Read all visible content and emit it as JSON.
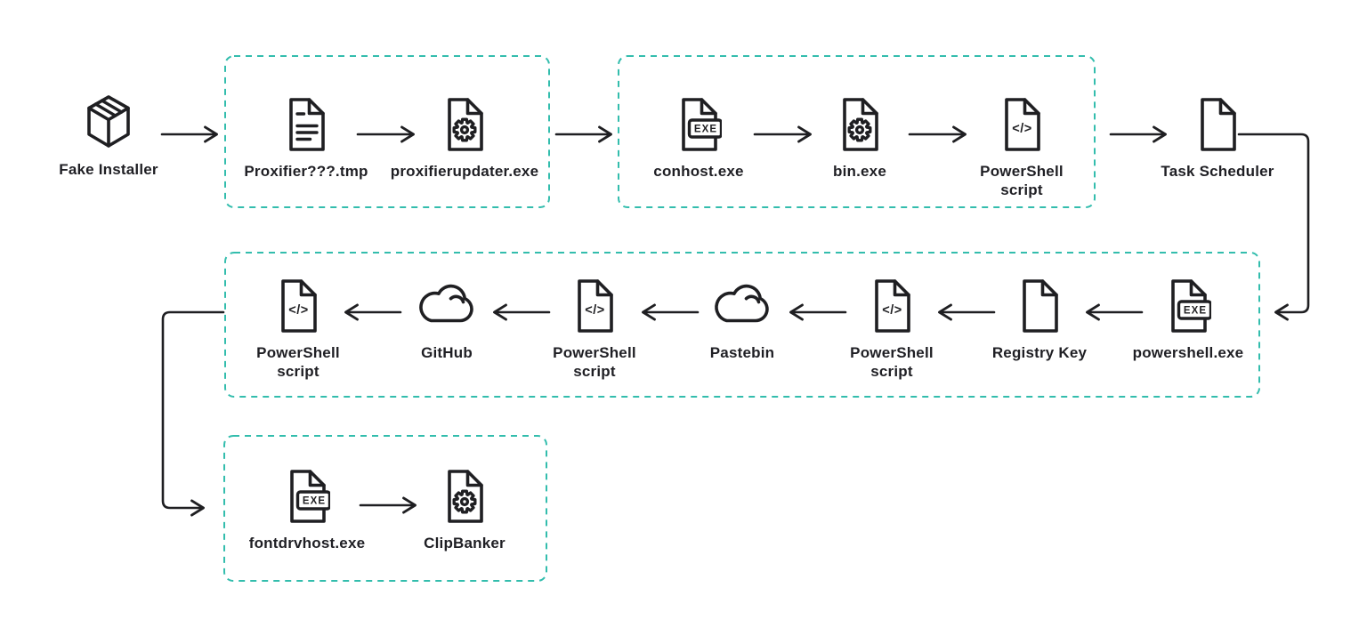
{
  "colors": {
    "background": "#ffffff",
    "icon_stroke": "#1f1f22",
    "label_text": "#1f1f24",
    "group_border": "#33bdad"
  },
  "glyphs": {
    "exe_badge": "EXE",
    "code": "</>"
  },
  "nodes": {
    "fake_installer": {
      "label": "Fake Installer",
      "icon": "package-icon"
    },
    "proxifier_tmp": {
      "label": "Proxifier???.tmp",
      "icon": "document-icon"
    },
    "proxifierupdater": {
      "label": "proxifierupdater.exe",
      "icon": "gear-file-icon"
    },
    "conhost": {
      "label": "conhost.exe",
      "icon": "exe-file-icon"
    },
    "bin_exe": {
      "label": "bin.exe",
      "icon": "gear-file-icon"
    },
    "ps_script_1": {
      "label": "PowerShell\nscript",
      "icon": "code-file-icon"
    },
    "task_scheduler": {
      "label": "Task Scheduler",
      "icon": "file-icon"
    },
    "powershell_exe": {
      "label": "powershell.exe",
      "icon": "exe-file-icon"
    },
    "registry_key": {
      "label": "Registry Key",
      "icon": "file-icon"
    },
    "ps_script_2": {
      "label": "PowerShell\nscript",
      "icon": "code-file-icon"
    },
    "pastebin": {
      "label": "Pastebin",
      "icon": "cloud-icon"
    },
    "ps_script_3": {
      "label": "PowerShell\nscript",
      "icon": "code-file-icon"
    },
    "github": {
      "label": "GitHub",
      "icon": "cloud-icon"
    },
    "ps_script_4": {
      "label": "PowerShell\nscript",
      "icon": "code-file-icon"
    },
    "fontdrvhost": {
      "label": "fontdrvhost.exe",
      "icon": "exe-file-icon"
    },
    "clipbanker": {
      "label": "ClipBanker",
      "icon": "gear-file-icon"
    }
  }
}
